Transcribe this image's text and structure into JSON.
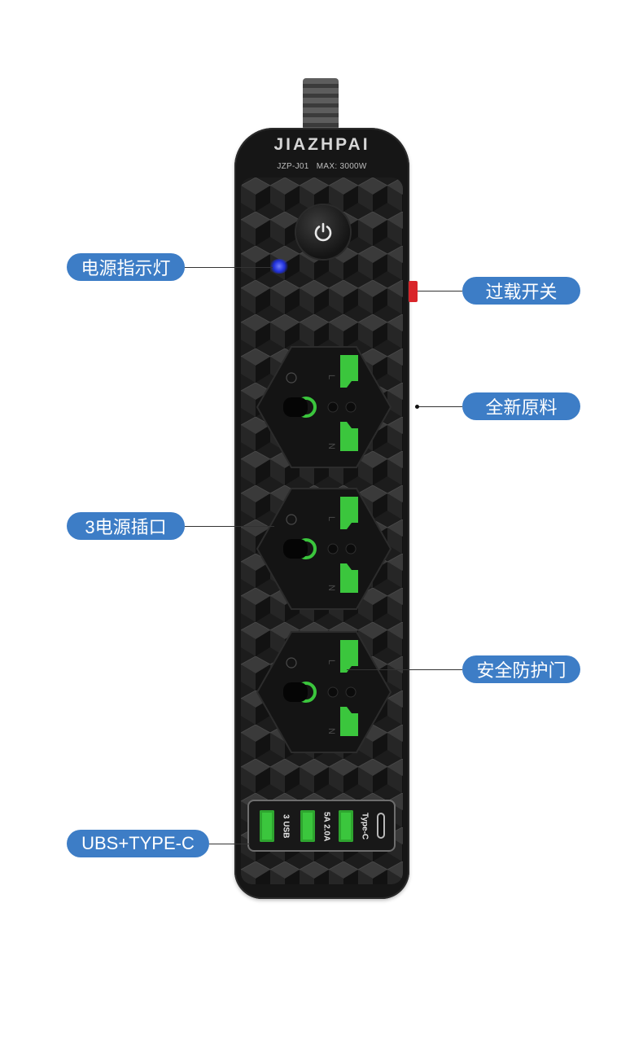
{
  "product": {
    "brand": "JIAZHPAI",
    "model": "JZP-J01",
    "max_power": "MAX: 3000W",
    "usb_labels": [
      "3 USB",
      "5A 2.0A",
      "Type-C"
    ],
    "socket_marks": {
      "live": "L",
      "neutral": "N"
    }
  },
  "callouts": [
    {
      "id": "power-indicator",
      "text": "电源指示灯"
    },
    {
      "id": "overload-switch",
      "text": "过载开关"
    },
    {
      "id": "new-material",
      "text": "全新原料"
    },
    {
      "id": "three-sockets",
      "text": "3电源插口"
    },
    {
      "id": "safety-shutter",
      "text": "安全防护门"
    },
    {
      "id": "usb-type-c",
      "text": "UBS+TYPE-C"
    }
  ],
  "colors": {
    "callout_bg": "#3d7dc6",
    "socket_green": "#3bc63d",
    "overload_red": "#d9252a",
    "indicator_blue": "#2a3cff",
    "body": "#161616"
  }
}
